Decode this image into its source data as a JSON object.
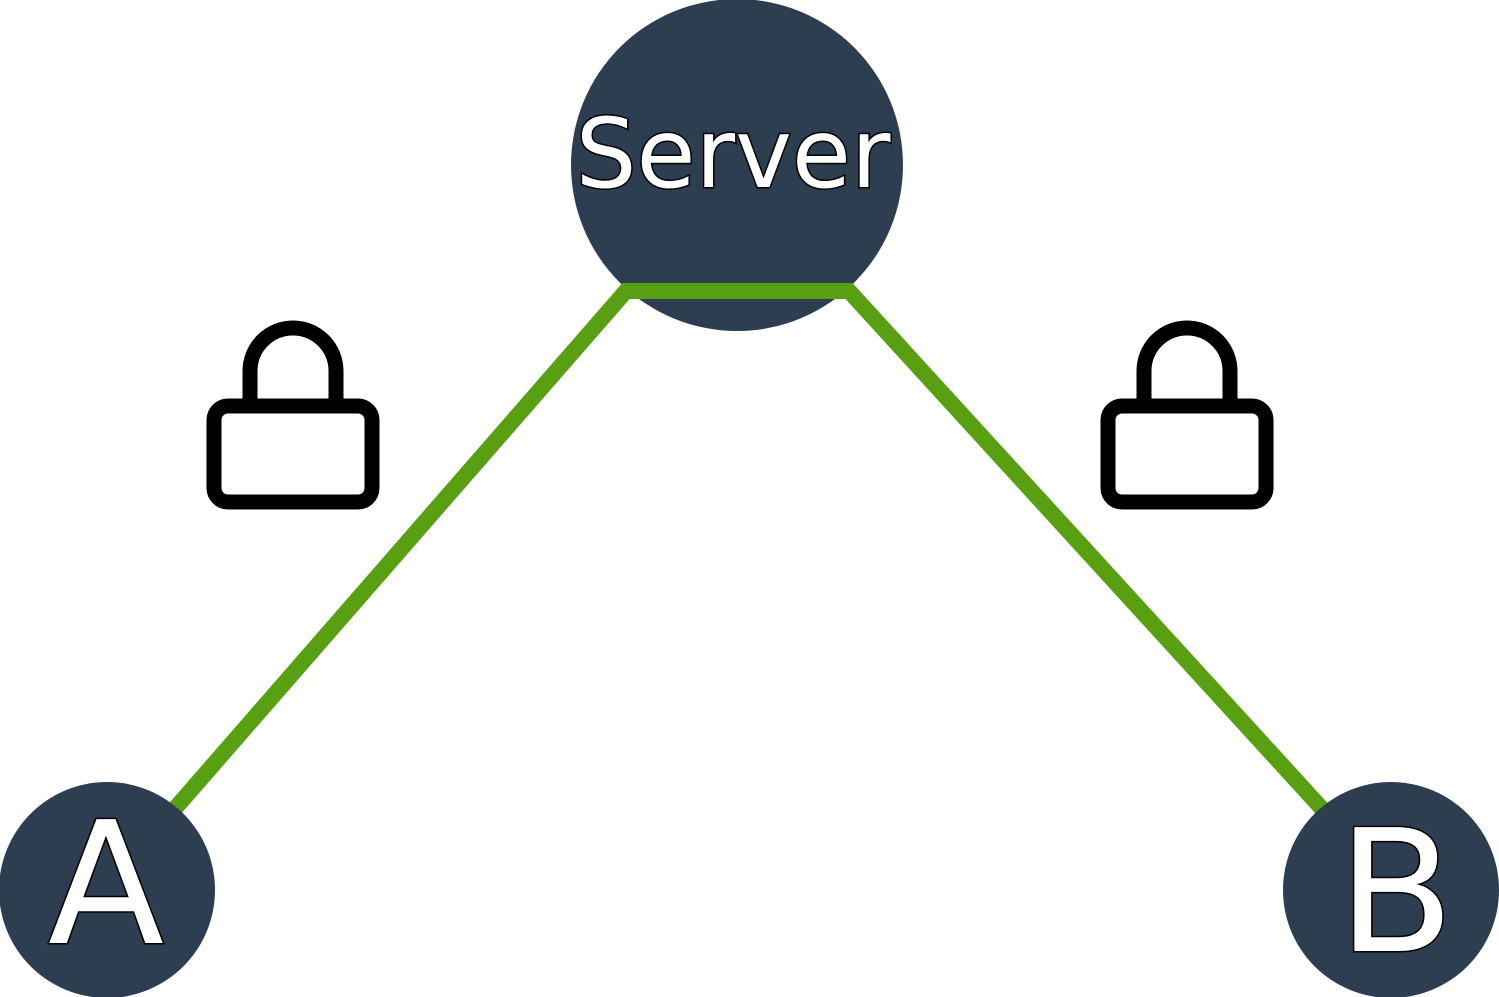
{
  "colors": {
    "node_fill": "#2d3e50",
    "link_color": "#58a012",
    "lock_stroke": "#000000",
    "background": "#ffffff",
    "label_fill": "#ffffff",
    "label_outline": "#000000"
  },
  "nodes": {
    "server": {
      "label": "Server"
    },
    "a": {
      "label": "A"
    },
    "b": {
      "label": "B"
    }
  },
  "icons": {
    "lock_left": "lock-icon",
    "lock_right": "lock-icon"
  }
}
